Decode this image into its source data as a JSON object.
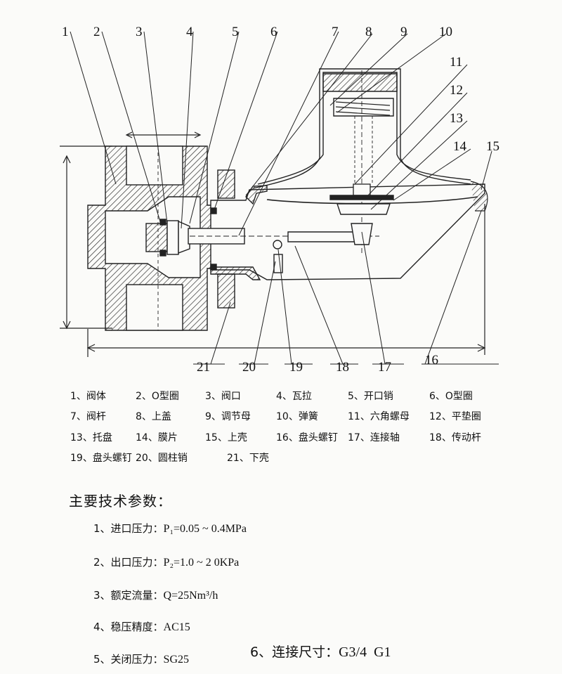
{
  "callouts": [
    "1",
    "2",
    "3",
    "4",
    "5",
    "6",
    "7",
    "8",
    "9",
    "10",
    "11",
    "12",
    "13",
    "14",
    "15",
    "16",
    "17",
    "18",
    "19",
    "20",
    "21"
  ],
  "legend": [
    [
      "1、阀体",
      "2、O型圈",
      "3、阀口",
      "4、瓦拉",
      "5、开口销",
      "6、O型圈"
    ],
    [
      "7、阀杆",
      "8、上盖",
      "9、调节母",
      "10、弹簧",
      "11、六角螺母",
      "12、平垫圈"
    ],
    [
      "13、托盘",
      "14、膜片",
      "15、上壳",
      "16、盘头螺钉",
      "17、连接轴",
      "18、传动杆"
    ],
    [
      "19、盘头螺钉",
      "20、圆柱销",
      "21、下壳"
    ]
  ],
  "params_title": "主要技术参数：",
  "params": [
    {
      "label": "1、进口压力：",
      "value": "P₁=0.05 ~ 0.4MPa"
    },
    {
      "label": "2、出口压力：",
      "value": "P₂=1.0 ~ 2 0KPa"
    },
    {
      "label": "3、额定流量：",
      "value": "Q=25Nm³/h"
    },
    {
      "label": "4、稳压精度：",
      "value": "AC15"
    },
    {
      "label": "5、关闭压力：",
      "value": "SG25"
    },
    {
      "label": "6、连接尺寸：",
      "value": "G3/4  G1"
    }
  ]
}
